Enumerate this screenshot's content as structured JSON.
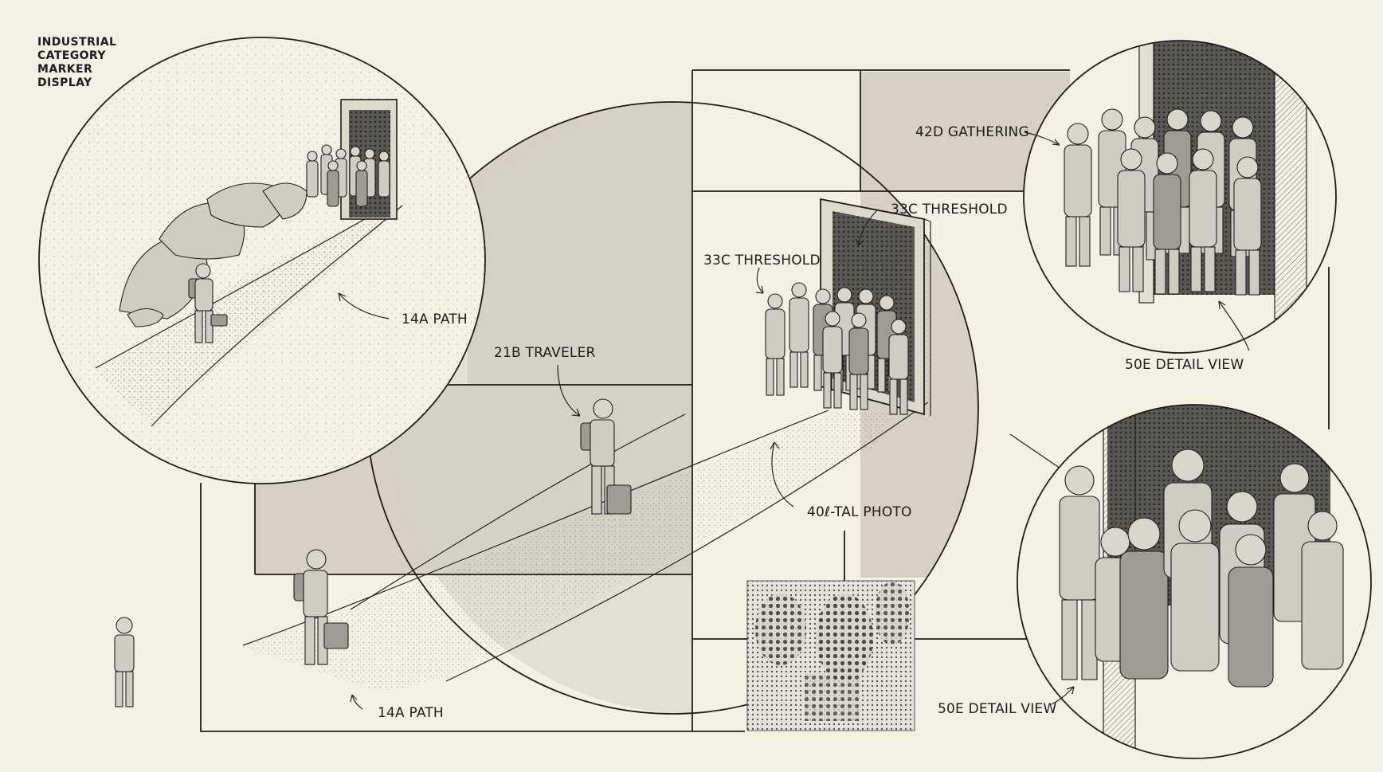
{
  "header": {
    "lines": [
      "INDUSTRIAL",
      "CATEGORY",
      "MARKER",
      "DISPLAY"
    ]
  },
  "labels": {
    "path_top": "14A PATH",
    "path_bottom": "14A PATH",
    "traveler": "21B TRAVELER",
    "threshold_upper": "33C THRESHOLD",
    "threshold_left": "33C THRESHOLD",
    "photo": "40ℓ-TAL PHOTO",
    "gathering": "42D GATHERING",
    "detail_view_top": "50E DETAIL VIEW",
    "detail_view_bottom": "50E DETAIL VIEW"
  },
  "icons": {
    "traveler": "hiker-with-suitcase-icon",
    "door": "doorway-icon",
    "crowd": "crowd-icon",
    "boulders": "rocks-icon",
    "photo": "halftone-photo-icon"
  },
  "colors": {
    "background": "#f4f0e4",
    "panel_shade": "#d6d1c4",
    "ink": "#1d1d1d",
    "door_mesh": "#4a4a46"
  }
}
